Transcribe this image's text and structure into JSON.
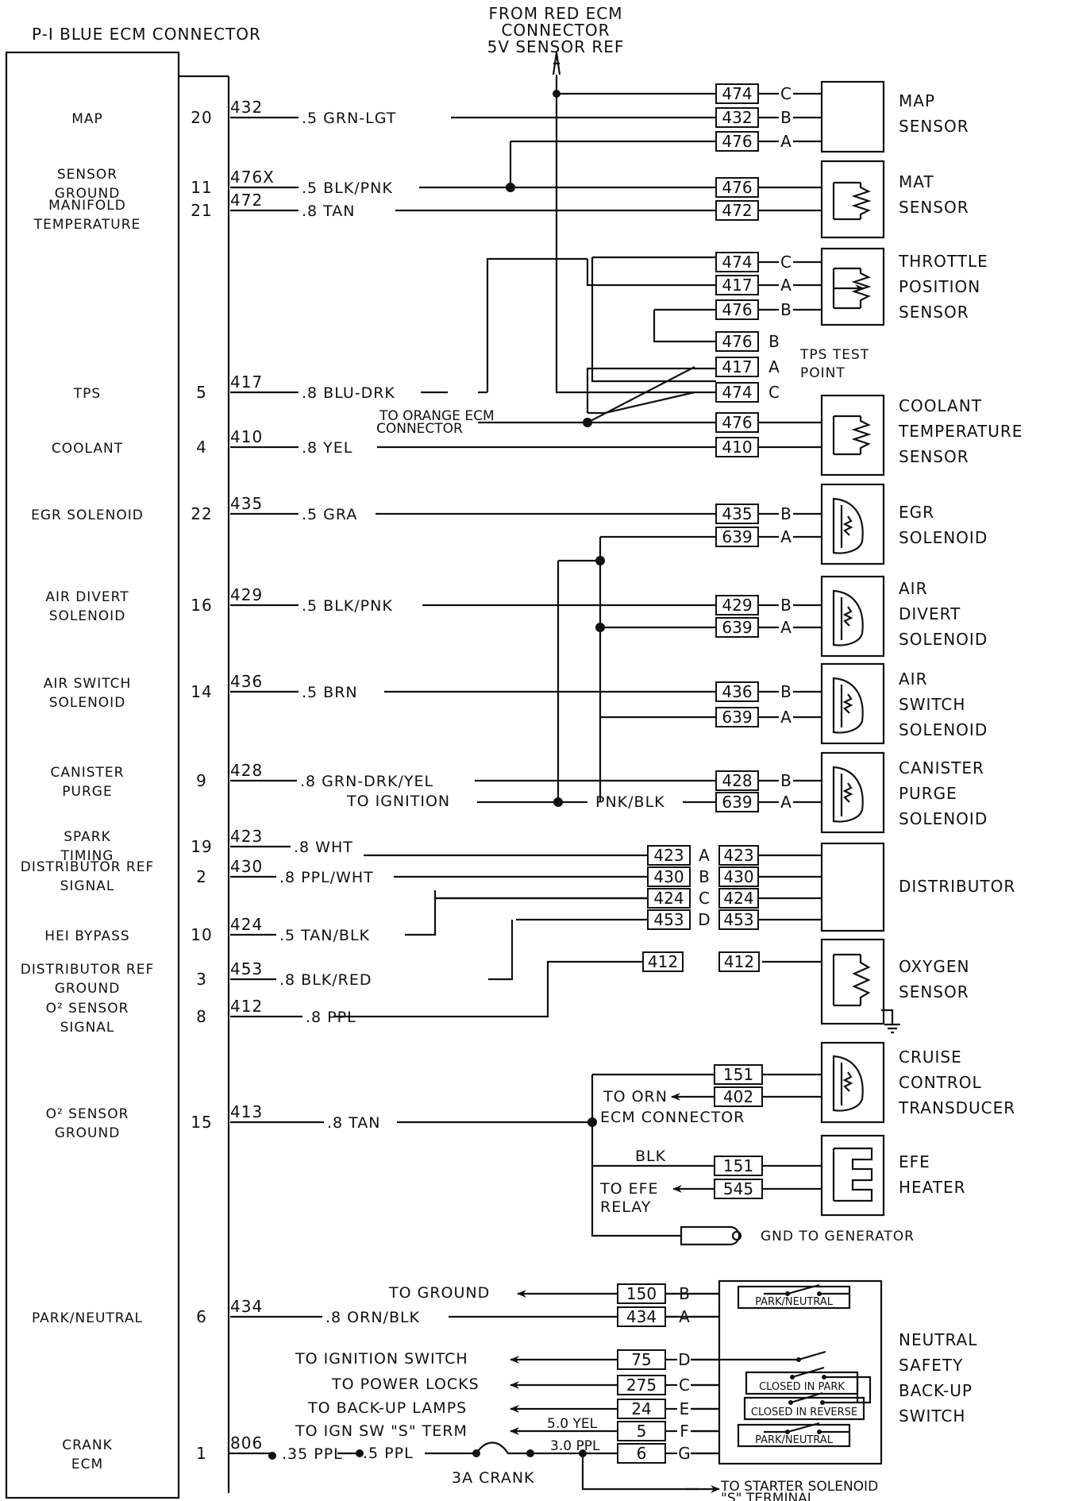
{
  "header": {
    "connector_title": "P-I BLUE ECM CONNECTOR",
    "from_red": [
      "FROM RED ECM",
      "CONNECTOR",
      "5V SENSOR REF"
    ]
  },
  "ecm_functions": [
    {
      "lines": [
        "MAP"
      ]
    },
    {
      "lines": [
        "SENSOR",
        "GROUND"
      ]
    },
    {
      "lines": [
        "MANIFOLD",
        "TEMPERATURE"
      ]
    },
    {
      "lines": [
        "TPS"
      ]
    },
    {
      "lines": [
        "COOLANT"
      ]
    },
    {
      "lines": [
        "EGR SOLENOID"
      ]
    },
    {
      "lines": [
        "AIR DIVERT",
        "SOLENOID"
      ]
    },
    {
      "lines": [
        "AIR SWITCH",
        "SOLENOID"
      ]
    },
    {
      "lines": [
        "CANISTER",
        "PURGE"
      ]
    },
    {
      "lines": [
        "SPARK",
        "TIMING"
      ]
    },
    {
      "lines": [
        "DISTRIBUTOR REF",
        "SIGNAL"
      ]
    },
    {
      "lines": [
        "HEI BYPASS"
      ]
    },
    {
      "lines": [
        "DISTRIBUTOR REF",
        "GROUND"
      ]
    },
    {
      "lines": [
        "O² SENSOR",
        "SIGNAL"
      ]
    },
    {
      "lines": [
        "O² SENSOR",
        "GROUND"
      ]
    },
    {
      "lines": [
        "PARK/NEUTRAL"
      ]
    },
    {
      "lines": [
        "CRANK",
        "ECM"
      ]
    }
  ],
  "pins": [
    "20",
    "11",
    "21",
    "5",
    "4",
    "22",
    "16",
    "14",
    "9",
    "19",
    "2",
    "10",
    "3",
    "8",
    "15",
    "6",
    "1"
  ],
  "wires": [
    {
      "circuit": "432",
      "spec": ".5 GRN-LGT"
    },
    {
      "circuit": "476X",
      "spec": ".5 BLK/PNK"
    },
    {
      "circuit": "472",
      "spec": ".8 TAN"
    },
    {
      "circuit": "417",
      "spec": ".8 BLU-DRK"
    },
    {
      "circuit": "410",
      "spec": ".8 YEL"
    },
    {
      "circuit": "435",
      "spec": ".5 GRA"
    },
    {
      "circuit": "429",
      "spec": ".5 BLK/PNK"
    },
    {
      "circuit": "436",
      "spec": ".5 BRN"
    },
    {
      "circuit": "428",
      "spec": ".8 GRN-DRK/YEL"
    },
    {
      "circuit": "423",
      "spec": ".8 WHT"
    },
    {
      "circuit": "430",
      "spec": ".8 PPL/WHT"
    },
    {
      "circuit": "424",
      "spec": ".5 TAN/BLK"
    },
    {
      "circuit": "453",
      "spec": ".8 BLK/RED"
    },
    {
      "circuit": "412",
      "spec": ".8 PPL"
    },
    {
      "circuit": "413",
      "spec": ".8 TAN"
    },
    {
      "circuit": "434",
      "spec": ".8 ORN/BLK"
    },
    {
      "circuit": "806",
      "spec": ".35 PPL"
    }
  ],
  "connectors": {
    "map": [
      {
        "num": "474",
        "pin": "C"
      },
      {
        "num": "432",
        "pin": "B"
      },
      {
        "num": "476",
        "pin": "A"
      }
    ],
    "mat": [
      {
        "num": "476"
      },
      {
        "num": "472"
      }
    ],
    "tps": [
      {
        "num": "474",
        "pin": "C"
      },
      {
        "num": "417",
        "pin": "A"
      },
      {
        "num": "476",
        "pin": "B"
      }
    ],
    "tps_test": [
      {
        "num": "476",
        "pin": "B"
      },
      {
        "num": "417",
        "pin": "A"
      },
      {
        "num": "474",
        "pin": "C"
      }
    ],
    "coolant": [
      {
        "num": "476"
      },
      {
        "num": "410"
      }
    ],
    "egr": [
      {
        "num": "435",
        "pin": "B"
      },
      {
        "num": "639",
        "pin": "A"
      }
    ],
    "air_divert": [
      {
        "num": "429",
        "pin": "B"
      },
      {
        "num": "639",
        "pin": "A"
      }
    ],
    "air_switch": [
      {
        "num": "436",
        "pin": "B"
      },
      {
        "num": "639",
        "pin": "A"
      }
    ],
    "canister": [
      {
        "num": "428",
        "pin": "B"
      },
      {
        "num": "639",
        "pin": "A"
      }
    ],
    "dist_left": [
      {
        "num": "423",
        "pin": "A"
      },
      {
        "num": "430",
        "pin": "B"
      },
      {
        "num": "424",
        "pin": "C"
      },
      {
        "num": "453",
        "pin": "D"
      }
    ],
    "dist_right": [
      {
        "num": "423"
      },
      {
        "num": "430"
      },
      {
        "num": "424"
      },
      {
        "num": "453"
      }
    ],
    "o2_left": {
      "num": "412"
    },
    "o2_right": {
      "num": "412"
    },
    "cruise": [
      {
        "num": "151"
      },
      {
        "num": "402"
      }
    ],
    "efe": [
      {
        "num": "151"
      },
      {
        "num": "545"
      }
    ],
    "nss_top": [
      {
        "num": "150",
        "pin": "B"
      },
      {
        "num": "434",
        "pin": "A"
      }
    ],
    "nss_bottom": [
      {
        "num": "75",
        "pin": "D"
      },
      {
        "num": "275",
        "pin": "C"
      },
      {
        "num": "24",
        "pin": "E"
      },
      {
        "num": "5",
        "pin": "F"
      },
      {
        "num": "6",
        "pin": "G"
      }
    ]
  },
  "components": {
    "map": [
      "MAP",
      "SENSOR"
    ],
    "mat": [
      "MAT",
      "SENSOR"
    ],
    "tps": [
      "THROTTLE",
      "POSITION",
      "SENSOR"
    ],
    "tps_test": [
      "TPS TEST",
      "POINT"
    ],
    "coolant": [
      "COOLANT",
      "TEMPERATURE",
      "SENSOR"
    ],
    "egr": [
      "EGR",
      "SOLENOID"
    ],
    "air_divert": [
      "AIR",
      "DIVERT",
      "SOLENOID"
    ],
    "air_switch": [
      "AIR",
      "SWITCH",
      "SOLENOID"
    ],
    "canister": [
      "CANISTER",
      "PURGE",
      "SOLENOID"
    ],
    "distributor": [
      "DISTRIBUTOR"
    ],
    "oxygen": [
      "OXYGEN",
      "SENSOR"
    ],
    "cruise": [
      "CRUISE",
      "CONTROL",
      "TRANSDUCER"
    ],
    "efe": [
      "EFE",
      "HEATER"
    ],
    "nss": [
      "NEUTRAL",
      "SAFETY",
      "BACK-UP",
      "SWITCH"
    ]
  },
  "notes": {
    "to_orange": [
      "TO ORANGE ECM",
      "CONNECTOR"
    ],
    "to_ignition": "TO IGNITION",
    "pnk_blk": "PNK/BLK",
    "to_orn": [
      "TO ORN",
      "ECM CONNECTOR"
    ],
    "blk": "BLK",
    "to_efe": [
      "TO EFE",
      "RELAY"
    ],
    "gnd_gen": "GND TO GENERATOR",
    "to_ground": "TO GROUND",
    "to_ign_switch": "TO IGNITION SWITCH",
    "to_power_locks": "TO POWER LOCKS",
    "to_backup": "TO BACK-UP LAMPS",
    "to_ign_s": "TO IGN SW \"S\" TERM",
    "yel_50": "5.0 YEL",
    "ppl_30": "3.0 PPL",
    "ppl_5": ".5 PPL",
    "crank_3a": "3A CRANK",
    "to_starter": [
      "TO STARTER SOLENOID",
      "\"S\" TERMINAL"
    ],
    "closed_park_neutral": [
      "CLOSED IN",
      "PARK/NEUTRAL"
    ],
    "closed_park": "CLOSED IN PARK",
    "closed_reverse": "CLOSED IN REVERSE"
  }
}
